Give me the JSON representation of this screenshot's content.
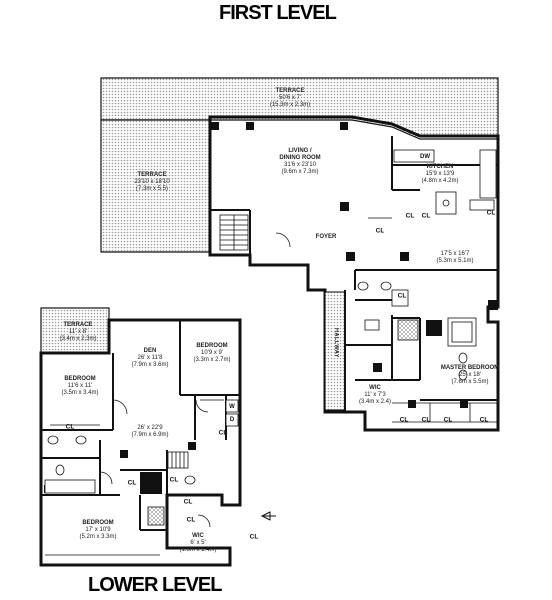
{
  "titles": {
    "first": "FIRST LEVEL",
    "lower": "LOWER LEVEL"
  },
  "first_level": {
    "terrace_top": {
      "name": "TERRACE",
      "imperial": "50'6 x 7'",
      "metric": "(15.3m x 2.3m)"
    },
    "terrace_left": {
      "name": "TERRACE",
      "imperial": "23'10 x 18'10",
      "metric": "(7.3m x 5.5)"
    },
    "living": {
      "name": "LIVING /",
      "name2": "DINING ROOM",
      "imperial": "31'6 x 23'10",
      "metric": "(9.6m x 7.3m)"
    },
    "kitchen": {
      "name": "KITCHEN",
      "imperial": "15'9 x 13'9",
      "metric": "(4.8m x 4.2m)"
    },
    "foyer": {
      "name": "FOYER"
    },
    "room_17": {
      "imperial": "17'5 x 16'7",
      "metric": "(5.3m x 5.1m)"
    },
    "master": {
      "name": "MASTER BEDROOM",
      "imperial": "25' x 18'",
      "metric": "(7.6m x 5.5m)"
    },
    "wic": {
      "name": "WIC",
      "imperial": "11' x 7'3",
      "metric": "(3.4m x 2.4)"
    },
    "hallway": "HALLWAY",
    "dw": "DW",
    "closet": "CL"
  },
  "lower_level": {
    "terrace": {
      "name": "TERRACE",
      "imperial": "11' x 8'",
      "metric": "(3.4m x 2.3m)"
    },
    "den": {
      "name": "DEN",
      "imperial": "26' x 11'8",
      "metric": "(7.9m x 3.6m)"
    },
    "bedroom_right": {
      "name": "BEDROOM",
      "imperial": "10'9 x 9'",
      "metric": "(3.3m x 2.7m)"
    },
    "bedroom_left": {
      "name": "BEDROOM",
      "imperial": "11'6 x 11'",
      "metric": "(3.5m x 3.4m)"
    },
    "main": {
      "imperial": "26' x 22'9",
      "metric": "(7.9m x 6.9m)"
    },
    "bedroom_bottom": {
      "name": "BEDROOM",
      "imperial": "17' x 10'9",
      "metric": "(5.2m x 3.3m)"
    },
    "wic": {
      "name": "WIC",
      "imperial": "6' x 5'",
      "metric": "(1.8m x 1.4m)"
    },
    "washer": "W",
    "dryer": "D",
    "closet": "CL"
  }
}
